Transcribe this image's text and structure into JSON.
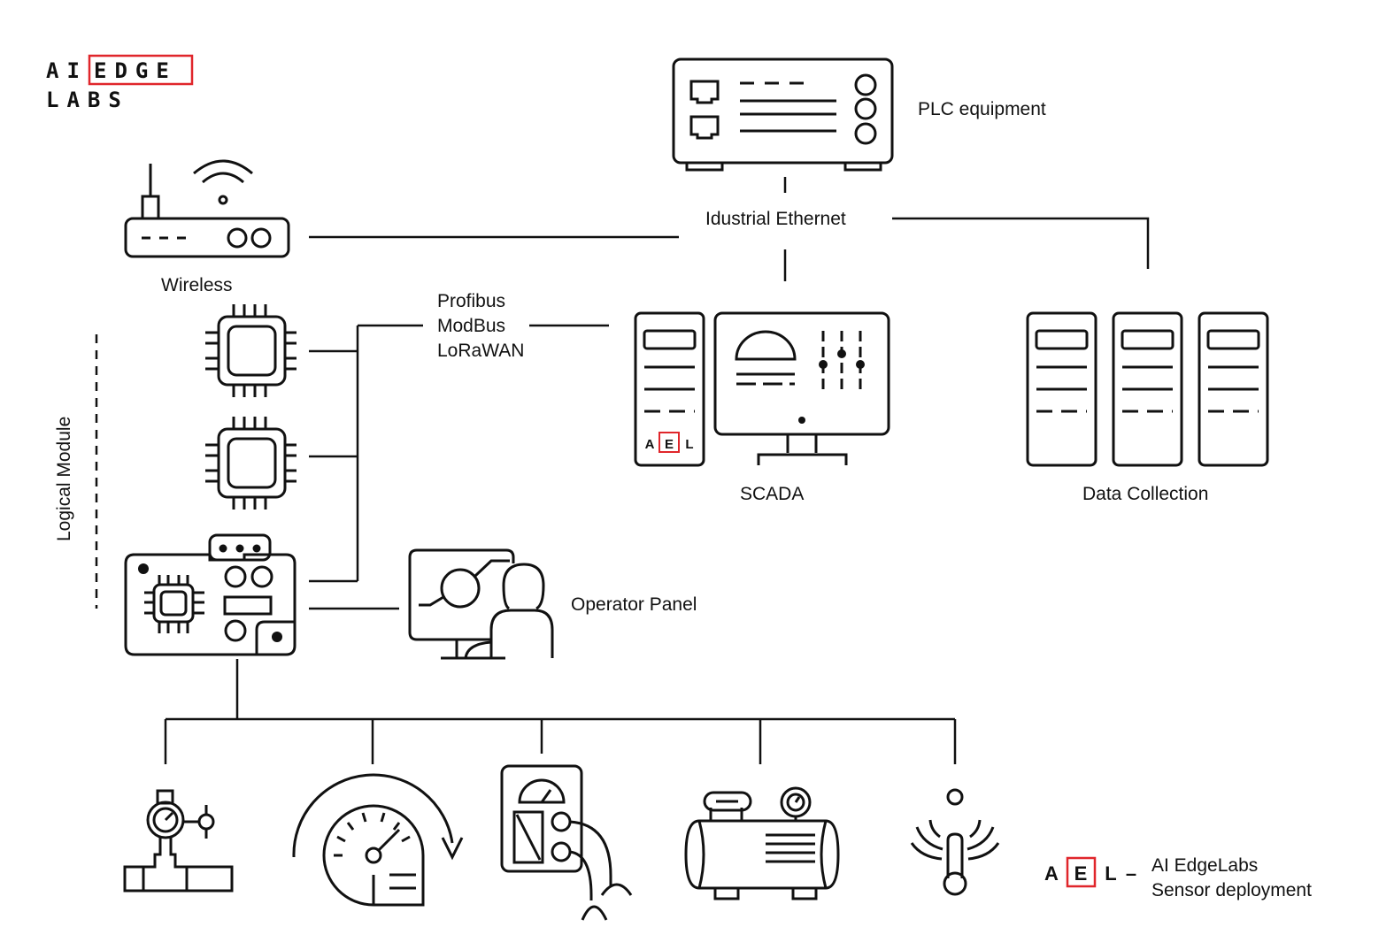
{
  "logo": {
    "line1_prefix": "AI",
    "line1_boxed": "EDGE",
    "line2": "LABS",
    "accent": "#e0262b"
  },
  "labels": {
    "plc": "PLC equipment",
    "ethernet": "Idustrial Ethernet",
    "wireless": "Wireless",
    "protocols": [
      "Profibus",
      "ModBus",
      "LoRaWAN"
    ],
    "logical_module": "Logical Module",
    "scada": "SCADA",
    "data_collection": "Data Collection",
    "operator_panel": "Operator Panel"
  },
  "scada_badge": {
    "a": "A",
    "e": "E",
    "l": "L"
  },
  "legend": {
    "a": "A",
    "e": "E",
    "l": "L",
    "dash": "–",
    "line1": "AI EdgeLabs",
    "line2": "Sensor deployment"
  },
  "icons": [
    "router-icon",
    "plc-icon",
    "chip-icon",
    "controller-board-icon",
    "scada-server-icon",
    "monitor-icon",
    "server-rack-icon",
    "operator-icon",
    "valve-icon",
    "speed-gauge-icon",
    "meter-icon",
    "compressor-icon",
    "temperature-sensor-icon"
  ],
  "colors": {
    "line": "#111111",
    "accent": "#e0262b",
    "background": "#ffffff"
  }
}
